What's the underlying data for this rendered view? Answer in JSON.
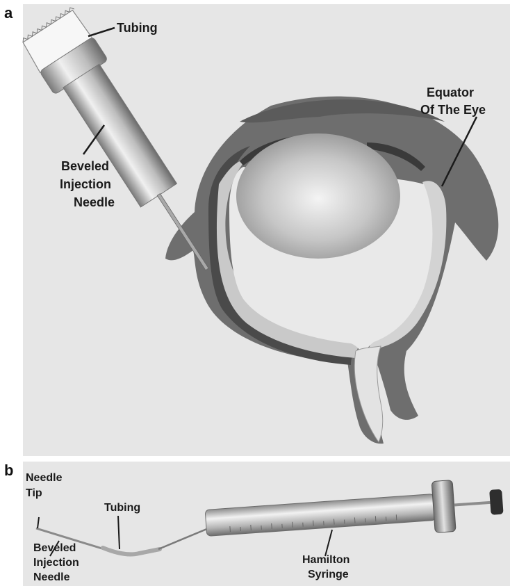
{
  "panel_a": {
    "letter": "a",
    "labels": {
      "tubing": "Tubing",
      "needle_line1": "Beveled",
      "needle_line2": "Injection",
      "needle_line3": "Needle",
      "equator_line1": "Equator",
      "equator_line2": "Of The Eye"
    }
  },
  "panel_b": {
    "letter": "b",
    "labels": {
      "needle_tip_line1": "Needle",
      "needle_tip_line2": "Tip",
      "tubing": "Tubing",
      "needle_line1": "Beveled",
      "needle_line2": "Injection",
      "needle_line3": "Needle",
      "syringe_line1": "Hamilton",
      "syringe_line2": "Syringe"
    }
  },
  "colors": {
    "panel_bg": "#e6e6e6",
    "eye_wall": "#6e6e6e",
    "retina": "#c9c9c9",
    "lens_light": "#f2f2f2",
    "lens_dark": "#8a8a8a"
  }
}
